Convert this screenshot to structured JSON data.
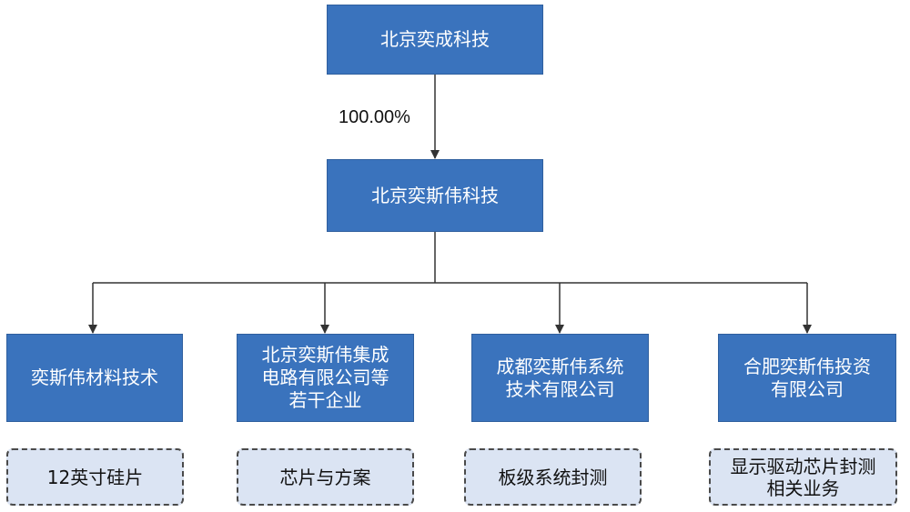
{
  "parent": {
    "label": "北京奕成科技"
  },
  "edge_label": "100.00%",
  "holding": {
    "label": "北京奕斯伟科技"
  },
  "subsidiaries": [
    {
      "lines": [
        "奕斯伟材料技术"
      ],
      "business_lines": [
        "12英寸硅片"
      ]
    },
    {
      "lines": [
        "北京奕斯伟集成",
        "电路有限公司等",
        "若干企业"
      ],
      "business_lines": [
        "芯片与方案"
      ]
    },
    {
      "lines": [
        "成都奕斯伟系统",
        "技术有限公司"
      ],
      "business_lines": [
        "板级系统封测"
      ]
    },
    {
      "lines": [
        "合肥奕斯伟投资",
        "有限公司"
      ],
      "business_lines": [
        "显示驱动芯片封测",
        "相关业务"
      ]
    }
  ],
  "colors": {
    "box": "#3a73bd",
    "business_box": "#dbe4f3",
    "line": "#333333"
  }
}
